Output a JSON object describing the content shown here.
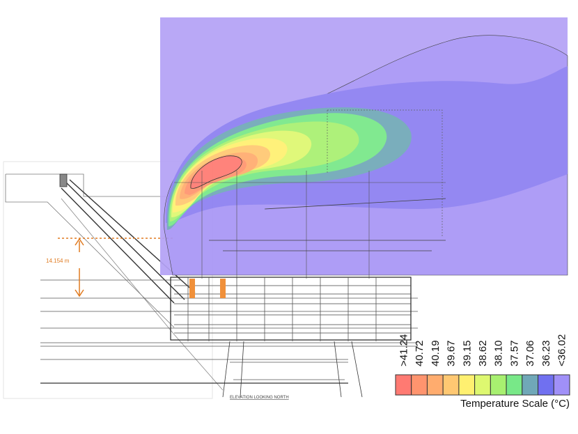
{
  "figure": {
    "dimension_label": "14.154 m",
    "drawing_caption": "ELEVATION LOOKING NORTH",
    "dimension_color": "#e07a20"
  },
  "legend": {
    "title": "Temperature Scale (°C)",
    "levels": [
      {
        "label": ">41.24",
        "color": "#ff7a72"
      },
      {
        "label": "40.72",
        "color": "#ff946e"
      },
      {
        "label": "40.19",
        "color": "#ffac6e"
      },
      {
        "label": "39.67",
        "color": "#ffc872"
      },
      {
        "label": "39.15",
        "color": "#fff070"
      },
      {
        "label": "38.62",
        "color": "#def870"
      },
      {
        "label": "38.10",
        "color": "#a8f070"
      },
      {
        "label": "37.57",
        "color": "#78e888"
      },
      {
        "label": "37.06",
        "color": "#70a8b8"
      },
      {
        "label": "36.23",
        "color": "#7070f0"
      },
      {
        "label": "<36.02",
        "color": "#a090f8"
      }
    ]
  }
}
